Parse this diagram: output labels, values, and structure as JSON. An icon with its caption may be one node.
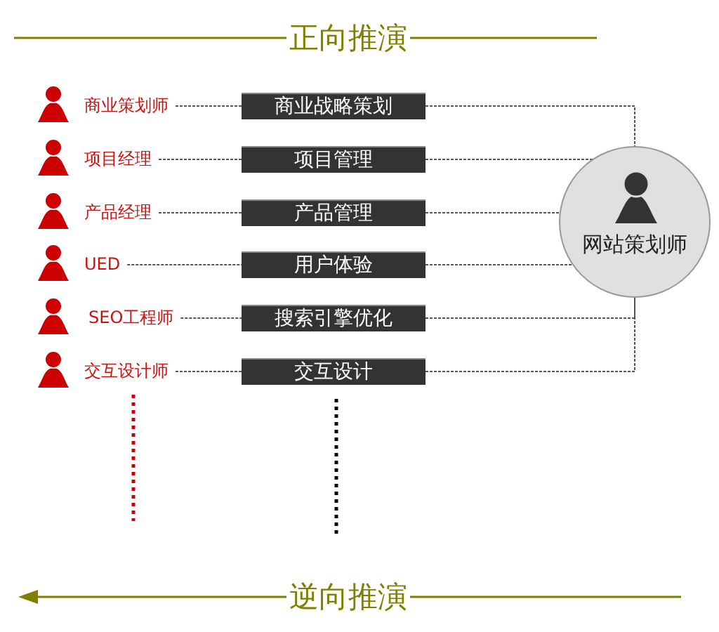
{
  "diagram": {
    "nodes": [
      {
        "text": [
          "商业策划师"
        ]
      },
      {
        "text": [
          "项目经理"
        ]
      },
      {
        "text": [
          "产品经理"
        ]
      },
      {
        "text": [
          "UED"
        ]
      },
      {
        "text": [
          "SEO工程师"
        ]
      },
      {
        "text": [
          "交互设计师"
        ]
      },
      {
        "text": [
          "商业战略策划"
        ]
      },
      {
        "text": [
          "项目管理"
        ]
      },
      {
        "text": [
          "产品管理"
        ]
      },
      {
        "text": [
          "用户体验"
        ]
      },
      {
        "text": [
          "搜索引擎优化"
        ]
      },
      {
        "text": [
          "交互设计"
        ]
      },
      {
        "text": [
          "网站策划师"
        ]
      }
    ],
    "edges": [
      {
        "from": 0,
        "to": 6,
        "arrow": "none",
        "style": "dashed"
      },
      {
        "from": 1,
        "to": 7,
        "arrow": "none",
        "style": "dashed"
      },
      {
        "from": 2,
        "to": 8,
        "arrow": "none",
        "style": "dashed"
      },
      {
        "from": 3,
        "to": 9,
        "arrow": "none",
        "style": "dashed"
      },
      {
        "from": 4,
        "to": 10,
        "arrow": "none",
        "style": "dashed"
      },
      {
        "from": 5,
        "to": 11,
        "arrow": "none",
        "style": "dashed"
      },
      {
        "from": 6,
        "to": 12,
        "arrow": "none",
        "style": "dashed"
      },
      {
        "from": 7,
        "to": 12,
        "arrow": "none",
        "style": "dashed"
      },
      {
        "from": 8,
        "to": 12,
        "arrow": "none",
        "style": "dashed"
      },
      {
        "from": 9,
        "to": 12,
        "arrow": "none",
        "style": "dashed"
      },
      {
        "from": 10,
        "to": 12,
        "arrow": "none",
        "style": "dashed"
      },
      {
        "from": 11,
        "to": 12,
        "arrow": "none",
        "style": "dashed"
      },
      {
        "from": 5,
        "to": null,
        "arrow": "none",
        "style": "dashed",
        "color": "#cc0000"
      },
      {
        "from": 11,
        "to": null,
        "arrow": "none",
        "style": "dashed",
        "color": "#000000"
      }
    ],
    "labels": [
      "正向推演",
      "逆向推演"
    ]
  }
}
